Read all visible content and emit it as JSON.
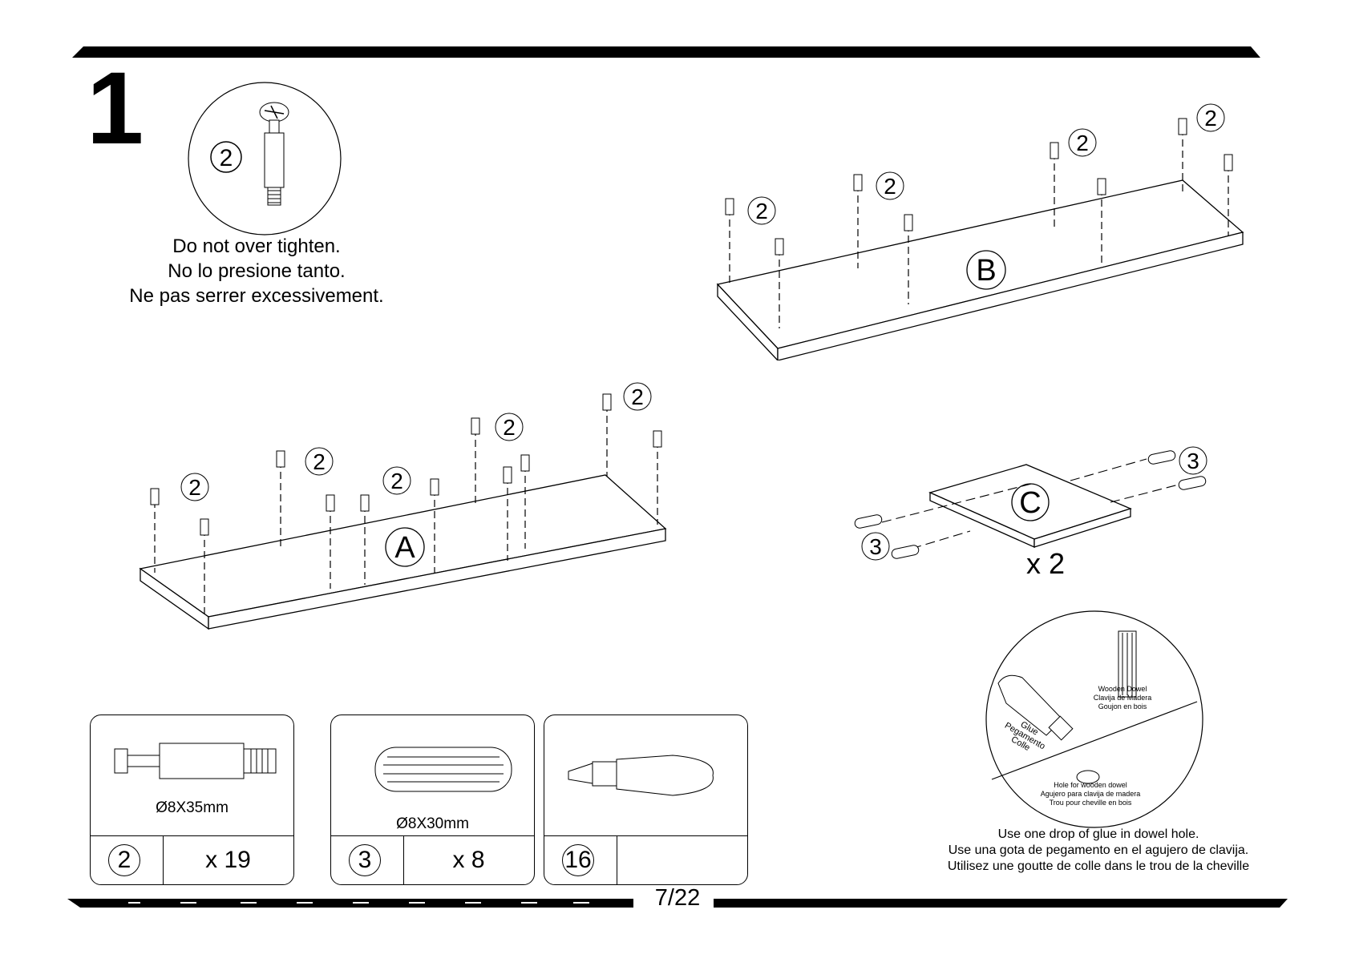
{
  "step": {
    "number": "1"
  },
  "warning": {
    "callout_part": "2",
    "lines": [
      "Do not over tighten.",
      "No lo presione tanto.",
      "Ne pas serrer excessivement."
    ]
  },
  "panels": {
    "b_label": "B",
    "a_label": "A",
    "c_label": "C",
    "c_multiplier": "x 2",
    "part2_callout": "2",
    "part3_callout": "3"
  },
  "glue_detail": {
    "dowel_label": [
      "Wooden Dowel",
      "Clavija de Madera",
      "Goujon en bois"
    ],
    "glue_label": [
      "Glue",
      "Pegamento",
      "Colle"
    ],
    "hole_label": [
      "Hole for wooden dowel",
      "Agujero para clavija de madera",
      "Trou pour cheville en bois"
    ],
    "instructions": [
      "Use one drop of glue in dowel hole.",
      "Use una gota de pegamento en el agujero de clavija.",
      "Utilisez une goutte de colle dans le trou de la cheville"
    ]
  },
  "parts": [
    {
      "id": "2",
      "dimension": "Ø8X35mm",
      "quantity": "x 19"
    },
    {
      "id": "3",
      "dimension": "Ø8X30mm",
      "quantity": "x 8"
    },
    {
      "id": "16",
      "dimension": "",
      "quantity": ""
    }
  ],
  "page": {
    "number": "7/22"
  }
}
